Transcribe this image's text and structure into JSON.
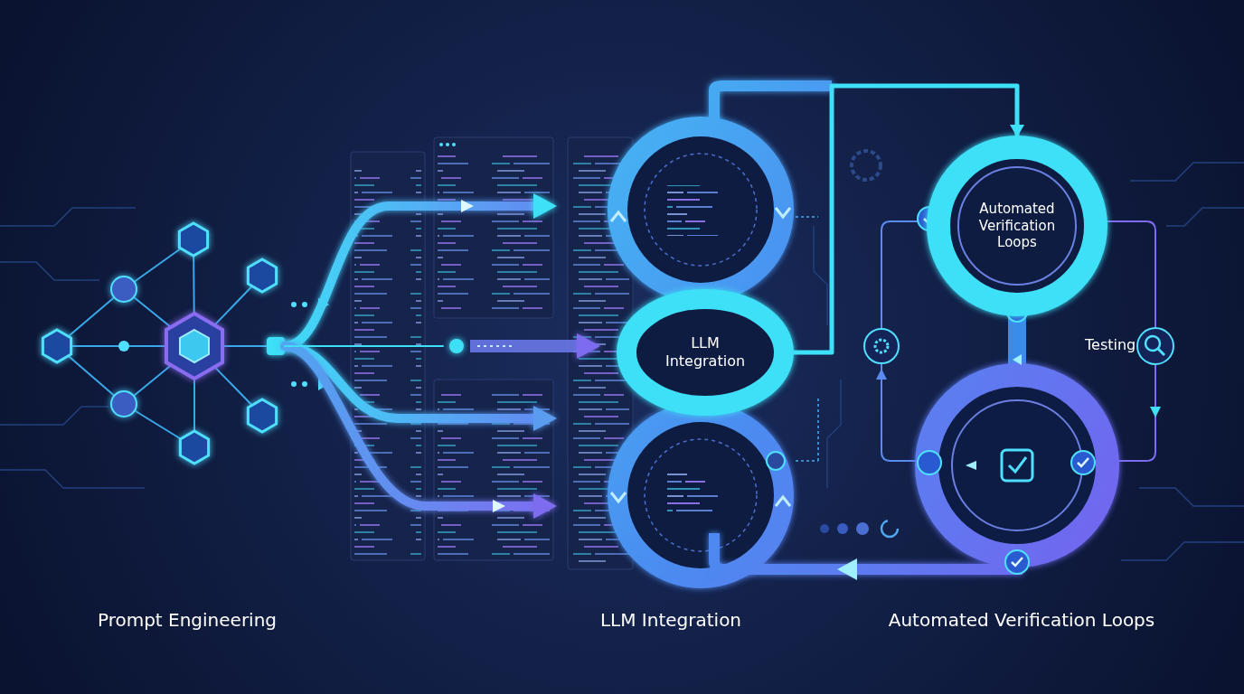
{
  "diagram": {
    "nodes": [
      {
        "text": [
          "LLM Integration"
        ]
      },
      {
        "text": [
          "Automated Verification Loops"
        ]
      }
    ],
    "edges": [
      {
        "from": 0,
        "to": 1,
        "arrow": "to"
      }
    ],
    "labels": [
      "Testing",
      "Prompt Engineering",
      "LLM Integration",
      "Automated Verification Loops"
    ]
  }
}
